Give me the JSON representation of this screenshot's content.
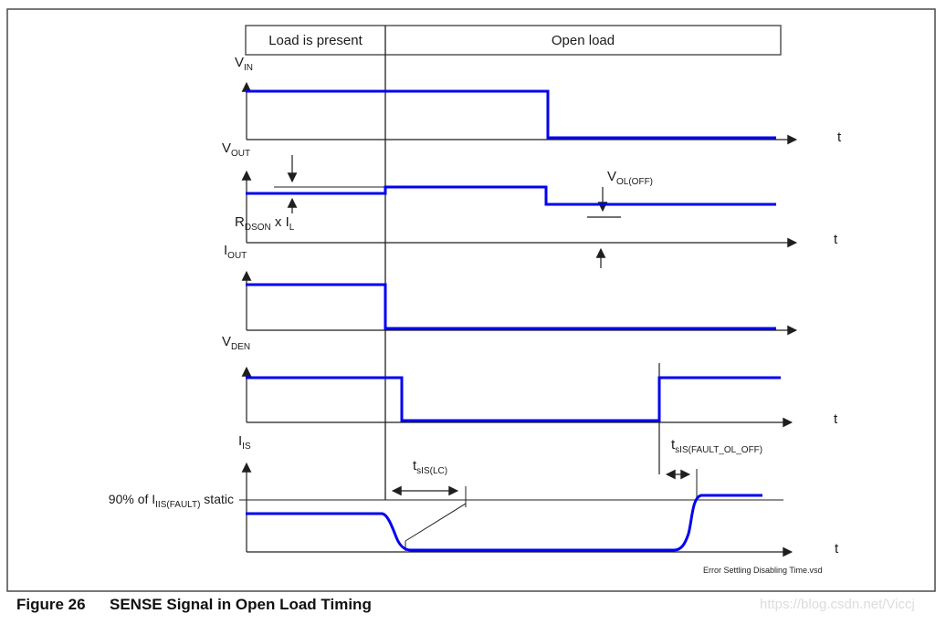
{
  "figure": {
    "caption_number": "Figure 26",
    "caption_title": "SENSE Signal in Open Load Timing",
    "source_note": "Error Settling Disabling Time.vsd",
    "watermark": "https://blog.csdn.net/Viccj"
  },
  "header": {
    "left_label": "Load is present",
    "right_label": "Open load"
  },
  "signals": {
    "vin": {
      "main": "V",
      "sub": "IN"
    },
    "vout": {
      "main": "V",
      "sub": "OUT"
    },
    "iout": {
      "main": "I",
      "sub": "OUT"
    },
    "vden": {
      "main": "V",
      "sub": "DEN"
    },
    "iis": {
      "main": "I",
      "sub": "IS"
    }
  },
  "annotations": {
    "rdson": {
      "p1": "R",
      "s1": "DSON",
      "p2": " x I",
      "s2": "L"
    },
    "vol_off": {
      "main": "V",
      "sub": "OL(OFF)"
    },
    "ninety": {
      "p1": "90% of I",
      "s1": "IIS(FAULT)",
      "p2": " static"
    },
    "t_sis_lc": {
      "main": "t",
      "sub": "sIS(LC)"
    },
    "t_sis_fault": {
      "main": "t",
      "sub": "sIS(FAULT_OL_OFF)"
    },
    "time_axis": "t"
  },
  "colors": {
    "trace": "#0202ee",
    "line": "#1f1f1f",
    "box_border": "#4a4a4a",
    "watermark": "#dcdcdc"
  }
}
